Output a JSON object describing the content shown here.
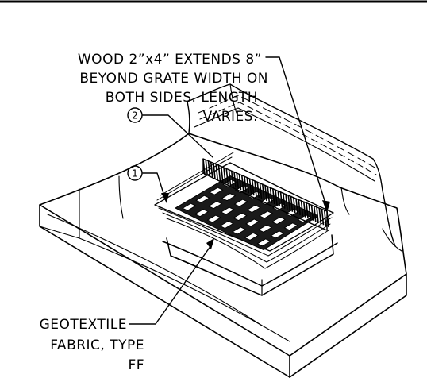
{
  "notes": {
    "wood": [
      "WOOD 2”x4” EXTENDS 8”",
      "BEYOND GRATE WIDTH ON",
      "BOTH SIDES. LENGTH",
      "VARIES."
    ],
    "geotextile": [
      "GEOTEXTILE",
      "FABRIC, TYPE",
      "FF"
    ]
  },
  "callouts": {
    "one": "1",
    "two": "2"
  },
  "colors": {
    "ink": "#000000",
    "paper": "#ffffff"
  }
}
